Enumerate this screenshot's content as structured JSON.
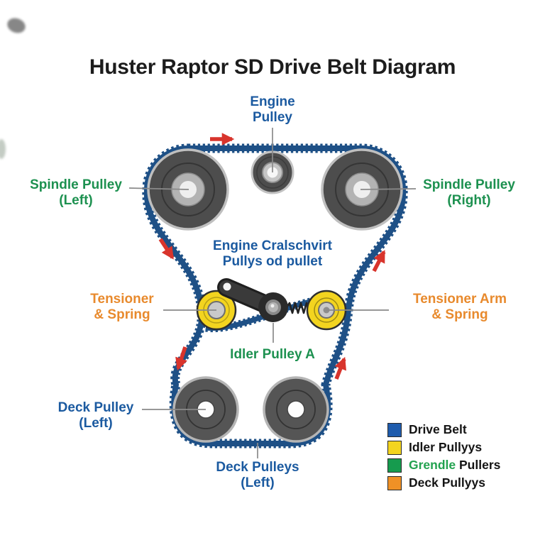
{
  "title": "Huster Raptor SD Drive Belt Diagram",
  "labels": {
    "engine_pulley": {
      "line1": "Engine",
      "line2": "Pulley"
    },
    "spindle_left": {
      "line1": "Spindle Pulley",
      "line2": "(Left)"
    },
    "spindle_right": {
      "line1": "Spindle Pulley",
      "line2": "(Right)"
    },
    "engine_cralschvirt": {
      "line1": "Engine Cralschvirt",
      "line2": "Pullys od pullet"
    },
    "tensioner_left": {
      "line1": "Tensioner",
      "line2": "& Spring"
    },
    "tensioner_right": {
      "line1": "Tensioner Arm",
      "line2": "& Spring"
    },
    "idler_a": {
      "line1": "Idler Pulley A"
    },
    "deck_pulley_left": {
      "line1": "Deck Pulley",
      "line2": "(Left)"
    },
    "deck_pulleys_bottom": {
      "line1": "Deck Pulleys",
      "line2": "(Left)"
    }
  },
  "legend": {
    "items": [
      {
        "label": "Drive Belt",
        "swatch": "#1f5cad",
        "icon": "drive-belt-swatch",
        "parts": [
          {
            "text": "Drive Belt",
            "color": "#141414"
          }
        ]
      },
      {
        "label": "Idler Pullyys",
        "swatch": "#f3d41f",
        "icon": "idler-pulleys-swatch",
        "parts": [
          {
            "text": "Idler Pullyys",
            "color": "#141414"
          }
        ]
      },
      {
        "label": "Grendle Pullers",
        "swatch": "#169b4e",
        "icon": "grendle-pullers-swatch",
        "parts": [
          {
            "text": "Grendle ",
            "color": "#22a24f"
          },
          {
            "text": "Pullers",
            "color": "#141414"
          }
        ]
      },
      {
        "label": "Deck Pullyys",
        "swatch": "#ef9126",
        "icon": "deck-pulleys-swatch",
        "parts": [
          {
            "text": "Deck Pullyys",
            "color": "#141414"
          }
        ]
      }
    ]
  },
  "colors": {
    "belt": "#1e5086",
    "label_blue": "#1b5aa0",
    "label_green": "#1d9150",
    "label_orange": "#e88a2d",
    "arrow_red": "#d8342c",
    "idler_yellow": "#f3d41f",
    "leader_gray": "#8a8a8a"
  }
}
